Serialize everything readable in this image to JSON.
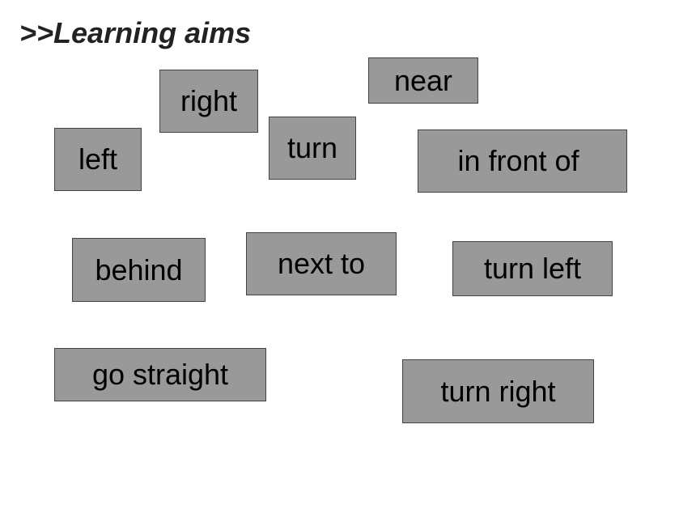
{
  "title": ">>Learning aims",
  "cards": {
    "right": "right",
    "near": "near",
    "left": "left",
    "turn": "turn",
    "in_front_of": "in front of",
    "behind": "behind",
    "next_to": "next to",
    "turn_left": "turn left",
    "go_straight": "go straight",
    "turn_right": "turn right"
  },
  "colors": {
    "card_fill": "#999999",
    "card_border": "#444444",
    "title_text": "#222222"
  }
}
